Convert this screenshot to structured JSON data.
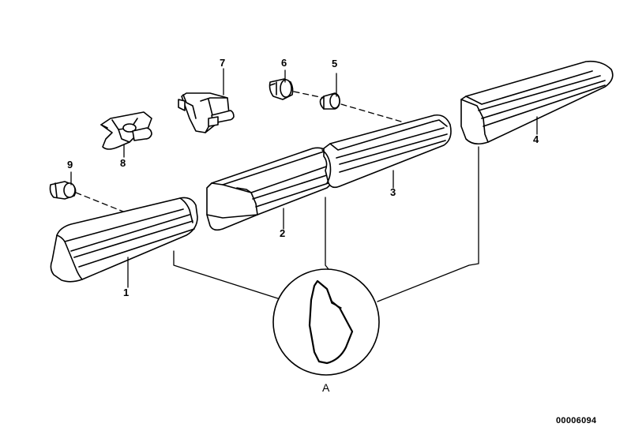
{
  "callouts": {
    "p1": "1",
    "p2": "2",
    "p3": "3",
    "p4": "4",
    "p5": "5",
    "p6": "6",
    "p7": "7",
    "p8": "8",
    "p9": "9"
  },
  "detail": {
    "label": "A"
  },
  "document_number": "00006094",
  "colors": {
    "line": "#000000",
    "background": "#ffffff",
    "shade": "#d9d9d9"
  }
}
